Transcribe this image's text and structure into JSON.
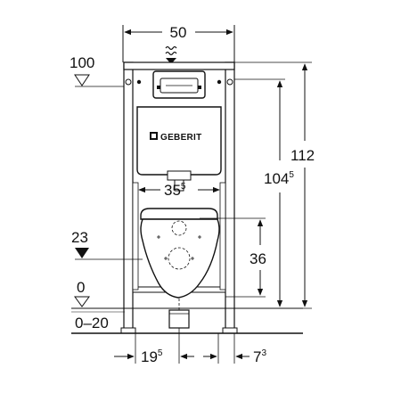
{
  "dimensions": {
    "width": "50",
    "height_total": "112",
    "height_frame_main": "104",
    "height_frame_sup": "5",
    "flush_height": "100",
    "seat_height": "23",
    "floor_level": "0",
    "floor_range": "0–20",
    "bolt_spacing_main": "35",
    "bolt_spacing_sup": "5",
    "bolt_height": "36",
    "left_offset_main": "19",
    "left_offset_sup": "5",
    "right_offset_main": "7",
    "right_offset_sup": "3"
  },
  "brand": {
    "logo_text": "GEBERIT",
    "logo_icon": "geberit-logo-icon"
  }
}
